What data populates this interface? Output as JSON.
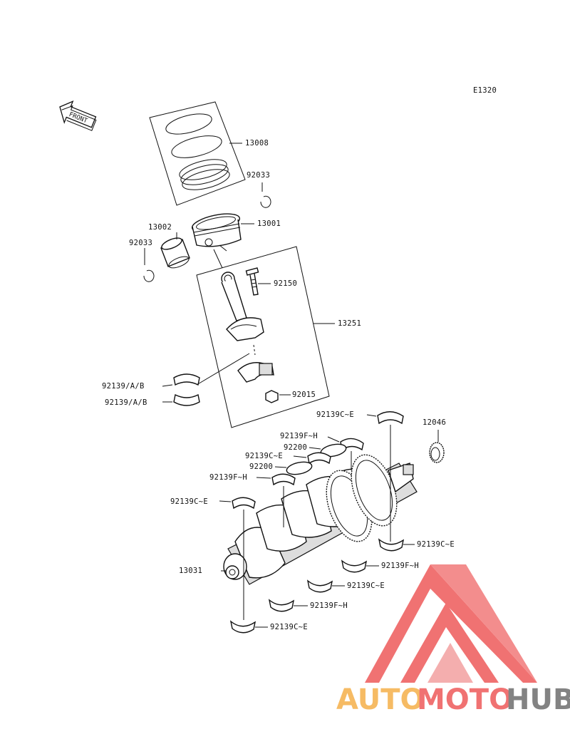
{
  "diagram": {
    "code": "E1320",
    "front_label": "FRONT",
    "parts": {
      "piston_rings": "13008",
      "snap_ring_right": "92033",
      "piston": "13001",
      "pin": "13002",
      "snap_ring_left": "92033",
      "bolt": "92150",
      "con_rod_assy": "13251",
      "bearing_a1": "92139/A/B",
      "bearing_a2": "92139/A/B",
      "nut": "92015",
      "bearing_top_ce": "92139C~E",
      "gear": "12046",
      "bearing_top_fh": "92139F~H",
      "spacer_1": "92200",
      "bearing_mid_ce": "92139C~E",
      "spacer_2": "92200",
      "bearing_left_fh": "92139F~H",
      "bearing_left_ce": "92139C~E",
      "crankshaft": "13031",
      "bearing_r1_ce": "92139C~E",
      "bearing_r2_fh": "92139F~H",
      "bearing_r3_ce": "92139C~E",
      "bearing_r4_fh": "92139F~H",
      "bearing_r5_ce": "92139C~E"
    }
  },
  "watermark": {
    "brand_part1": "AUTO",
    "brand_part2": "MOTO",
    "brand_part3": "HUB",
    "color_orange": "#f5b04a",
    "color_red": "#ee5a5a",
    "color_gray": "#6e6e6e"
  }
}
